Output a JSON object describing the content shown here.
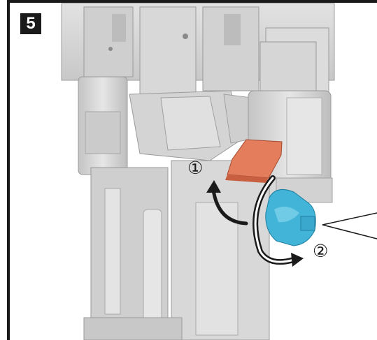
{
  "step": {
    "number": "5"
  },
  "callouts": {
    "first": "①",
    "second": "②"
  },
  "colors": {
    "frame": "#1a1a1a",
    "robot_gray": "#d9d9d9",
    "tab_orange": "#e47d5c",
    "hand_blue": "#42b4d8",
    "arrow": "#1a1a1a"
  }
}
